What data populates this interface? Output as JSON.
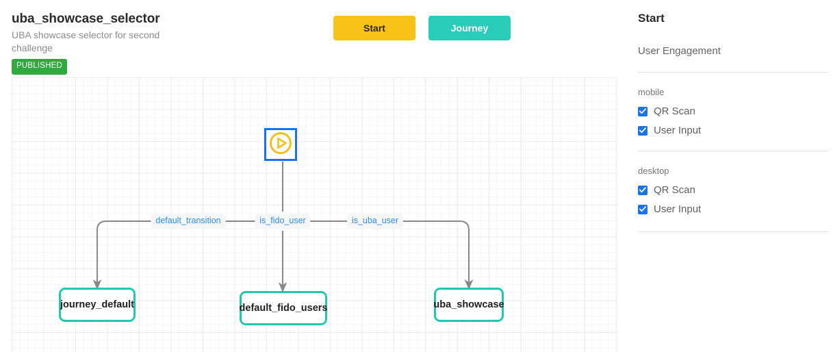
{
  "header": {
    "title": "uba_showcase_selector",
    "description": "UBA showcase selector for second challenge",
    "status_badge": "PUBLISHED",
    "buttons": [
      {
        "label": "Start",
        "color": "#f9c216",
        "text_color": "#2b2b2b"
      },
      {
        "label": "Journey",
        "color": "#29ccb9",
        "text_color": "#ffffff"
      }
    ]
  },
  "canvas": {
    "start_node": {
      "name": "Start",
      "icon": "play-icon",
      "border_color": "#1a73e8",
      "icon_color": "#f9bd1b"
    },
    "nodes": [
      {
        "label": "journey_default",
        "border_color": "#22c7ae"
      },
      {
        "label": "default_fido_users",
        "border_color": "#22c7ae"
      },
      {
        "label": "uba_showcase",
        "border_color": "#22c7ae"
      }
    ],
    "edge_labels": [
      {
        "label": "default_transition",
        "color": "#2f8ef0"
      },
      {
        "label": "is_fido_user",
        "color": "#2f8ef0"
      },
      {
        "label": "is_uba_user",
        "color": "#2f8ef0"
      }
    ],
    "edge_color": "#888888"
  },
  "panel": {
    "title": "Start",
    "subtitle": "User Engagement",
    "groups": [
      {
        "name": "mobile",
        "options": [
          {
            "label": "QR Scan",
            "checked": true
          },
          {
            "label": "User Input",
            "checked": true
          }
        ]
      },
      {
        "name": "desktop",
        "options": [
          {
            "label": "QR Scan",
            "checked": true
          },
          {
            "label": "User Input",
            "checked": true
          }
        ]
      }
    ],
    "checkbox_color": "#1a73e8"
  }
}
